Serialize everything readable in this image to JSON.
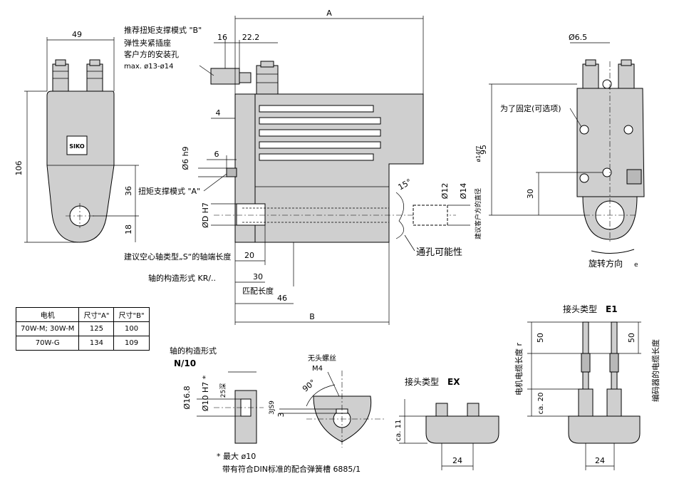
{
  "table": {
    "headers": [
      "电机",
      "尺寸\"A\"",
      "尺寸\"B\""
    ],
    "rows": [
      [
        "70W-M; 30W-M",
        "125",
        "100"
      ],
      [
        "70W-G",
        "134",
        "109"
      ]
    ]
  },
  "front_view": {
    "dim_width": "49",
    "dim_height": "106",
    "dim_36": "36",
    "dim_18": "18",
    "logo": "SIKO"
  },
  "side_view": {
    "dim_A": "A",
    "dim_B": "B",
    "dim_16": "16",
    "dim_22": "22.2",
    "dim_4": "4",
    "dim_6": "6",
    "dim_6h9": "Ø6 h9",
    "dim_D": "ØD H7",
    "dim_12": "Ø12",
    "dim_14": "Ø14",
    "dim_15deg": "15°",
    "dim_20": "20",
    "dim_30": "30",
    "dim_46": "46",
    "note_torque_b_1": "推荐扭矩支撑模式 \"B\"",
    "note_torque_b_2": "弹性夹紧插座",
    "note_torque_b_3": "客户方的安装孔",
    "note_torque_b_4": "max. ø13-ø14",
    "note_torque_a": "扭矩支撑模式 \"A\"",
    "note_hollow": "建议空心轴类型„S“的轴端长度",
    "note_shaft_kr": "轴的构造形式 KR/..",
    "note_match_len": "匹配长度",
    "note_through": "通孔可能性",
    "note_customer_dia": "建议客户方的直径",
    "note_customer_tol": "ø14f7"
  },
  "right_view": {
    "dim_65": "Ø6.5",
    "dim_95": "95",
    "dim_30": "30",
    "note_fix": "为了固定(可选项)",
    "note_rotation": "旋转方向",
    "note_rotation_e": "e"
  },
  "shaft_n10": {
    "title_1": "轴的构造形式",
    "title_2": "N/10",
    "dim_168": "Ø16.8",
    "dim_10": "Ø10 H7 *",
    "dim_depth": "25深",
    "dim_js9": "3JS9",
    "dim_3": "3",
    "dim_90": "90°",
    "note_screw_1": "无头螺丝",
    "note_screw_2": "M4",
    "footnote_1": "* 最大 ø10",
    "footnote_2": "带有符合DIN标准的配合弹簧槽 6885/1"
  },
  "connector_ex": {
    "title": "接头类型",
    "title_b": "EX",
    "dim_11": "ca. 11",
    "dim_24": "24"
  },
  "connector_e1": {
    "title": "接头类型",
    "title_b": "E1",
    "dim_50a": "50",
    "dim_50b": "50",
    "dim_20": "ca. 20",
    "dim_24": "24",
    "label_motor": "电机电缆长度 r",
    "label_encoder": "编码器的电缆长度"
  }
}
